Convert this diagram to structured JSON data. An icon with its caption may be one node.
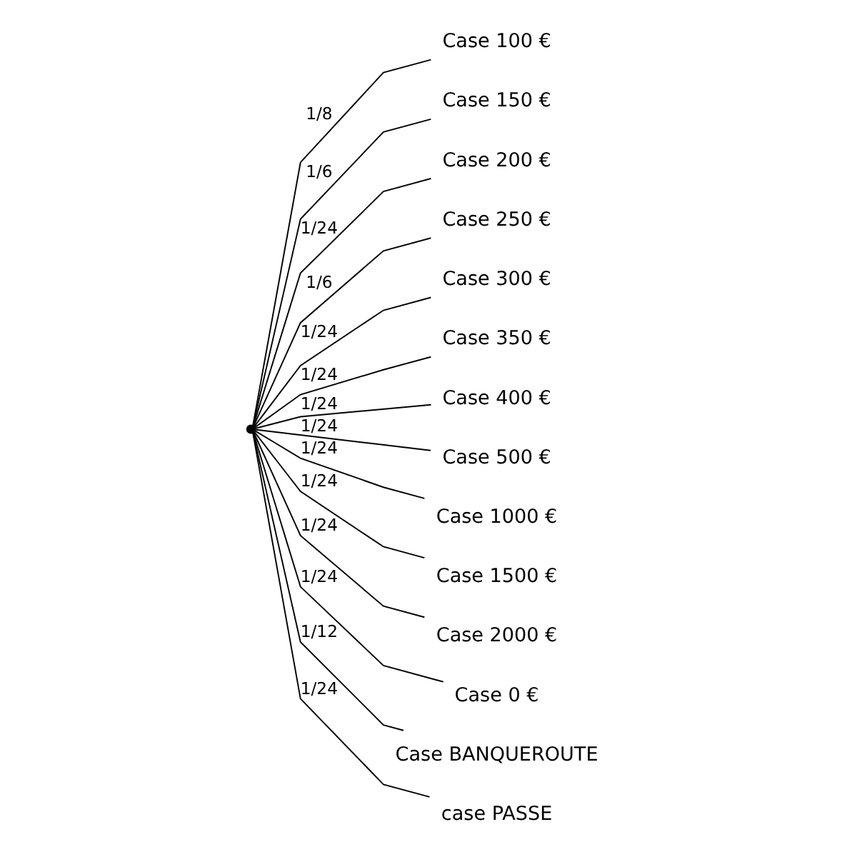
{
  "diagram": {
    "nodes": [
      {
        "text": [],
        "shape": "point"
      },
      {
        "text": [
          "Case 100 €"
        ]
      },
      {
        "text": [
          "Case 150 €"
        ]
      },
      {
        "text": [
          "Case 200 €"
        ]
      },
      {
        "text": [
          "Case 250 €"
        ]
      },
      {
        "text": [
          "Case 300 €"
        ]
      },
      {
        "text": [
          "Case 350 €"
        ]
      },
      {
        "text": [
          "Case 400 €"
        ]
      },
      {
        "text": [
          "Case 500 €"
        ]
      },
      {
        "text": [
          "Case 1000 €"
        ]
      },
      {
        "text": [
          "Case 1500 €"
        ]
      },
      {
        "text": [
          "Case 2000 €"
        ]
      },
      {
        "text": [
          "Case 0 €"
        ]
      },
      {
        "text": [
          "Case BANQUEROUTE"
        ]
      },
      {
        "text": [
          "case PASSE"
        ]
      }
    ],
    "edges": [
      {
        "from": 0,
        "to": 1,
        "arrow": "none",
        "label": "1/8"
      },
      {
        "from": 0,
        "to": 2,
        "arrow": "none",
        "label": "1/6"
      },
      {
        "from": 0,
        "to": 3,
        "arrow": "none",
        "label": "1/24"
      },
      {
        "from": 0,
        "to": 4,
        "arrow": "none",
        "label": "1/6"
      },
      {
        "from": 0,
        "to": 5,
        "arrow": "none",
        "label": "1/24"
      },
      {
        "from": 0,
        "to": 6,
        "arrow": "none",
        "label": "1/24"
      },
      {
        "from": 0,
        "to": 7,
        "arrow": "none",
        "label": "1/24"
      },
      {
        "from": 0,
        "to": 8,
        "arrow": "none",
        "label": "1/24"
      },
      {
        "from": 0,
        "to": 9,
        "arrow": "none",
        "label": "1/24"
      },
      {
        "from": 0,
        "to": 10,
        "arrow": "none",
        "label": "1/24"
      },
      {
        "from": 0,
        "to": 11,
        "arrow": "none",
        "label": "1/24"
      },
      {
        "from": 0,
        "to": 12,
        "arrow": "none",
        "label": "1/24"
      },
      {
        "from": 0,
        "to": 13,
        "arrow": "none",
        "label": "1/12"
      },
      {
        "from": 0,
        "to": 14,
        "arrow": "none",
        "label": "1/24"
      }
    ]
  }
}
